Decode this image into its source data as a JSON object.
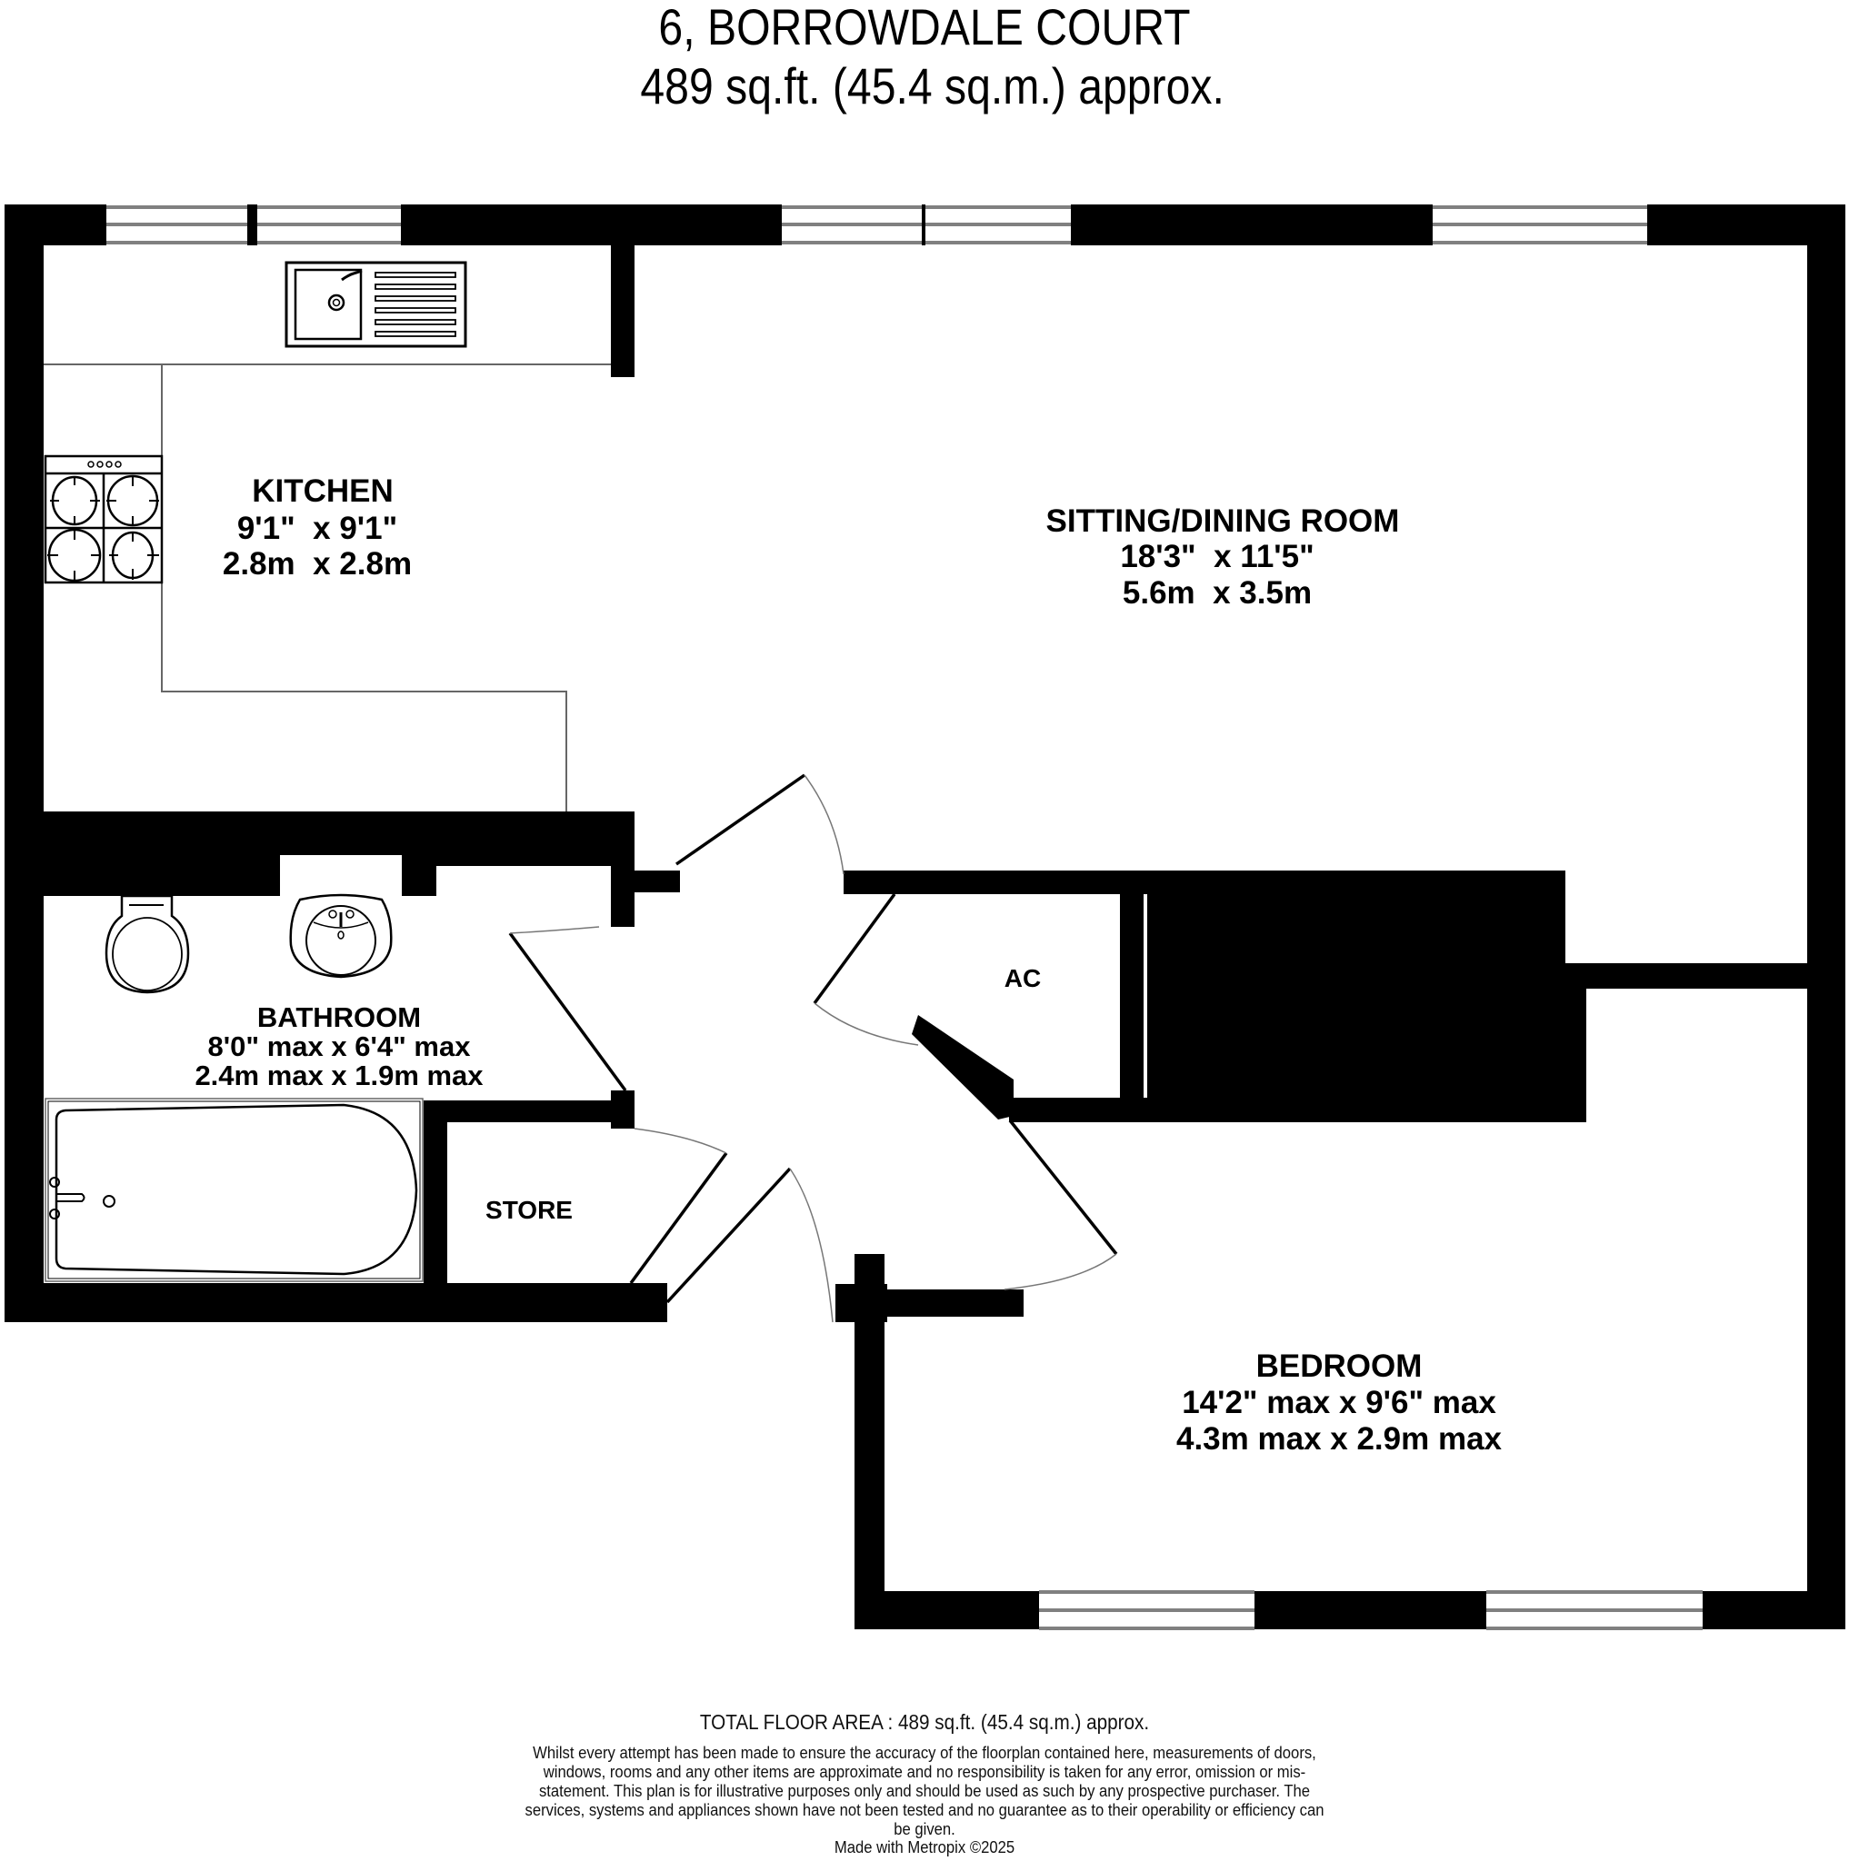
{
  "header": {
    "address": "6, BORROWDALE COURT",
    "area": "489 sq.ft. (45.4 sq.m.) approx."
  },
  "rooms": {
    "kitchen": {
      "name": "KITCHEN",
      "imperial": "9'1\"  x 9'1\"",
      "metric": "2.8m  x 2.8m"
    },
    "sitting_dining": {
      "name": "SITTING/DINING ROOM",
      "imperial": "18'3\"  x 11'5\"",
      "metric": "5.6m  x 3.5m"
    },
    "bathroom": {
      "name": "BATHROOM",
      "imperial": "8'0\" max x 6'4\" max",
      "metric": "2.4m max x 1.9m max"
    },
    "bedroom": {
      "name": "BEDROOM",
      "imperial": "14'2\" max x 9'6\" max",
      "metric": "4.3m max x 2.9m max"
    },
    "ac": {
      "name": "AC"
    },
    "store": {
      "name": "STORE"
    }
  },
  "fixtures": [
    "sink-drainer",
    "hob-4-burner",
    "toilet",
    "wash-basin",
    "bath"
  ],
  "footer": {
    "total": "TOTAL FLOOR AREA : 489 sq.ft. (45.4 sq.m.) approx.",
    "disclaimer": "Whilst every attempt has been made to ensure the accuracy of the floorplan contained here, measurements of doors, windows, rooms and any other items are approximate and no responsibility is taken for any error, omission or mis-statement. This plan is for illustrative purposes only and should be used as such by any prospective purchaser. The services, systems and appliances shown have not been tested and no guarantee as to their operability or efficiency can be given.",
    "credit": "Made with Metropix ©2025"
  },
  "colors": {
    "wall": "#000000",
    "window_frame": "#808080",
    "background": "#ffffff",
    "fixture_line": "#000000",
    "worktop_line": "#666666"
  }
}
